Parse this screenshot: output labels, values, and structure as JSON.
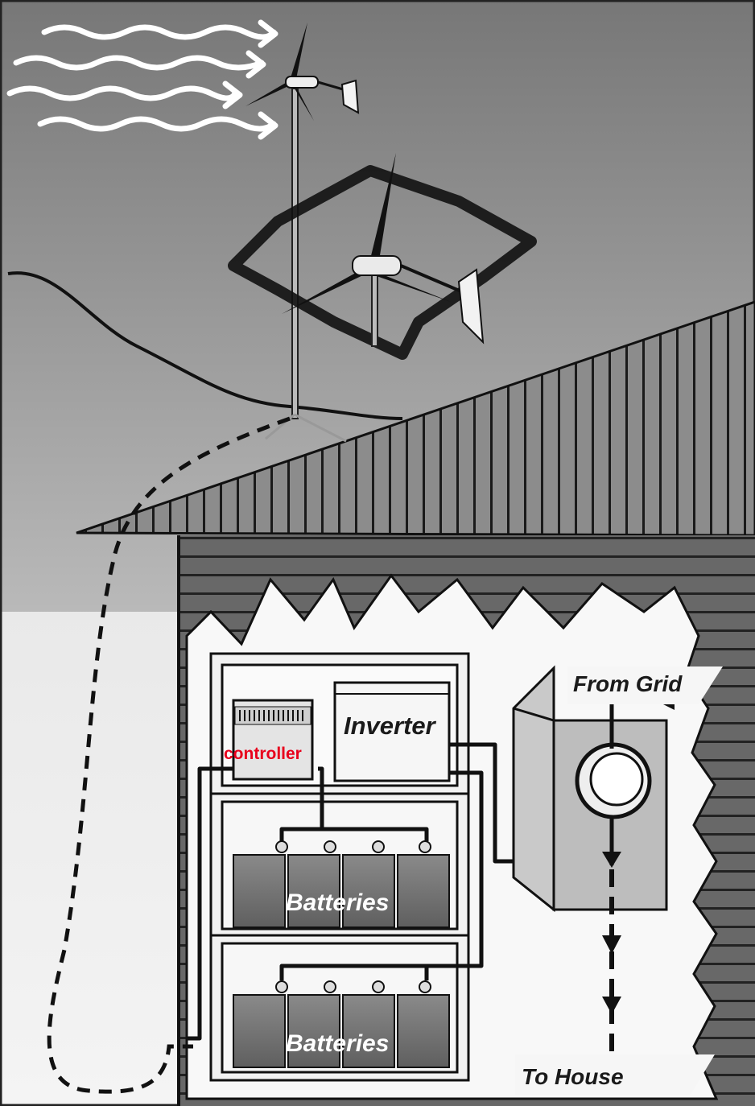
{
  "labels": {
    "controller": "controller",
    "inverter": "Inverter",
    "batteries_top": "Batteries",
    "batteries_bottom": "Batteries",
    "from_grid": "From Grid",
    "to_house": "To House"
  },
  "colors": {
    "sky_dark": "#7d7d7d",
    "sky_light": "#d8d8d8",
    "roof": "#8c8c8c",
    "wall": "#666666",
    "panel": "#f7f7f7",
    "line": "#111111",
    "controller_label": "#e8001c"
  },
  "icons": [
    "wind-arrow-icon",
    "wind-turbine-icon",
    "electric-meter-icon",
    "battery-icon"
  ]
}
